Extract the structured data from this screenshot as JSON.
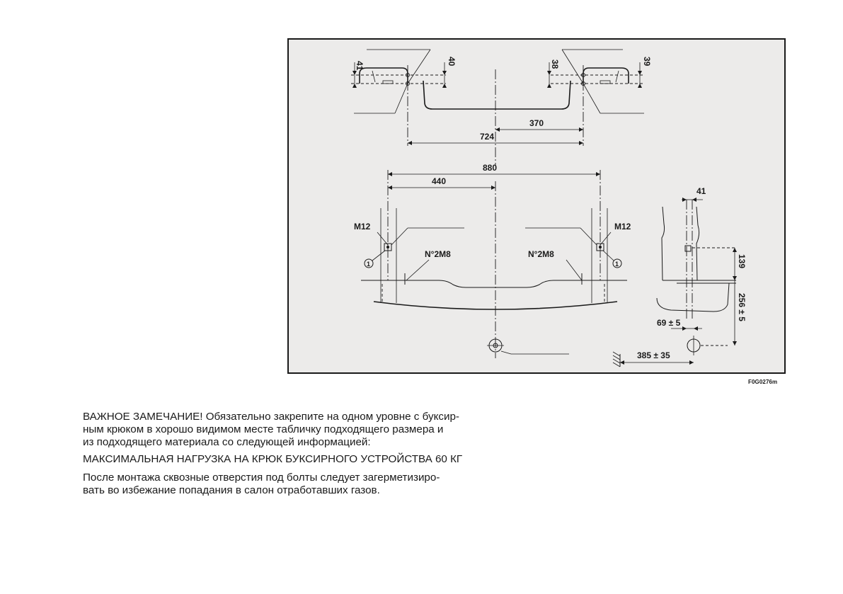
{
  "figure": {
    "code": "F0G0276m",
    "labels": {
      "dim_41_top": "41",
      "dim_40": "40",
      "dim_38": "38",
      "dim_39": "39",
      "dim_370": "370",
      "dim_724": "724",
      "dim_880": "880",
      "dim_440": "440",
      "dim_41_side": "41",
      "m12_left": "M12",
      "m12_right": "M12",
      "bolt_left": "N°2M8",
      "bolt_right": "N°2M8",
      "callout_left": "1",
      "callout_right": "1",
      "dim_139": "139",
      "dim_256": "256 ± 5",
      "dim_69": "69 ± 5",
      "dim_385": "385 ± 35"
    }
  },
  "text": {
    "paragraph1": "ВАЖНОЕ ЗАМЕЧАНИЕ! Обязательно закрепите на одном уровне с буксир-\nным крюком в хорошо видимом месте табличку подходящего размера и\nиз подходящего материала со следующей информацией:",
    "paragraph2": "МАКСИМАЛЬНАЯ НАГРУЗКА НА КРЮК БУКСИРНОГО УСТРОЙСТВА 60 КГ",
    "paragraph3": "После монтажа сквозные отверстия под болты следует загерметизиро-\nвать во избежание попадания в салон отработавших газов."
  }
}
